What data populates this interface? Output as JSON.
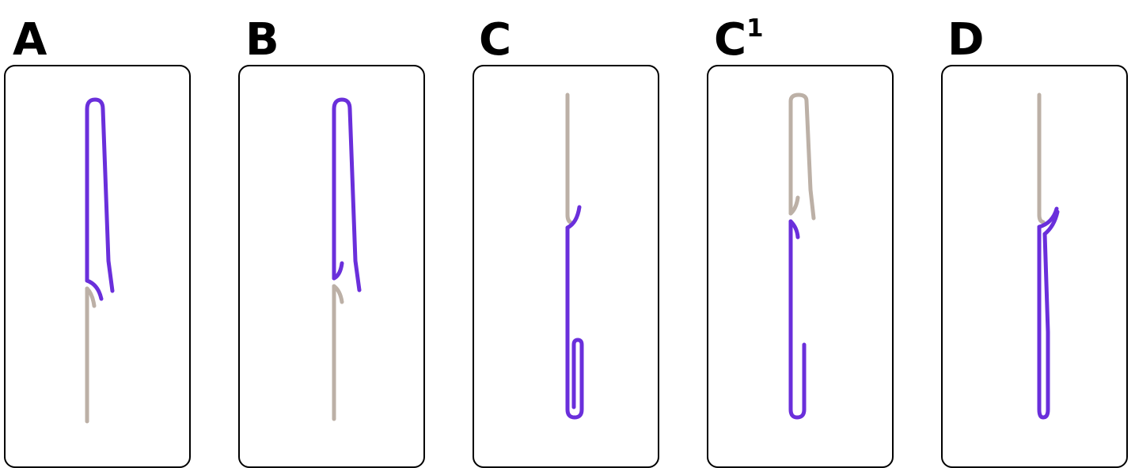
{
  "panels": [
    {
      "id": "A",
      "label": "A",
      "sup": ""
    },
    {
      "id": "B",
      "label": "B",
      "sup": ""
    },
    {
      "id": "C",
      "label": "C",
      "sup": ""
    },
    {
      "id": "C1",
      "label": "C",
      "sup": "1"
    },
    {
      "id": "D",
      "label": "D",
      "sup": ""
    }
  ],
  "colors": {
    "purple_strand": "#6a2fdb",
    "grey_strand": "#bcb0a6",
    "border": "#000000"
  }
}
